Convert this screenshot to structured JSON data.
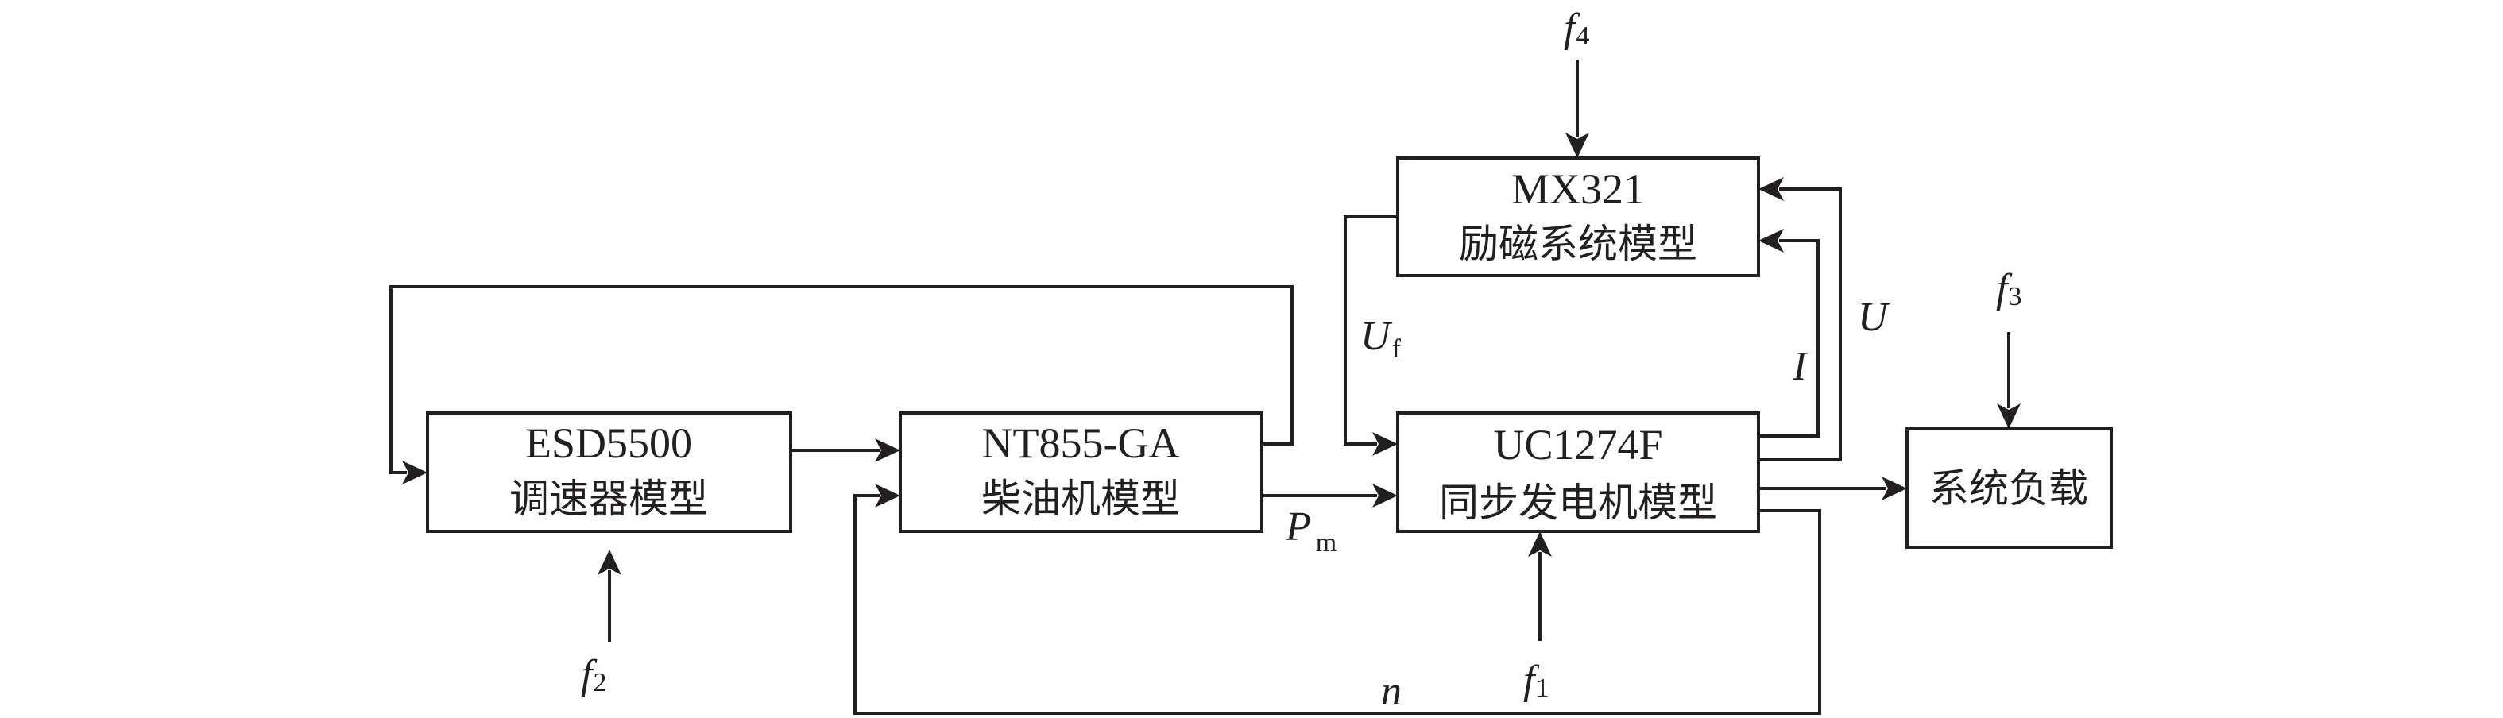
{
  "diagram": {
    "type": "block-diagram",
    "blocks": {
      "governor": {
        "model": "ESD5500",
        "name": "调速器模型"
      },
      "engine": {
        "model": "NT855-GA",
        "name": "柴油机模型"
      },
      "exciter": {
        "model": "MX321",
        "name": "励磁系统模型"
      },
      "generator": {
        "model": "UC1274F",
        "name": "同步发电机模型"
      },
      "load": {
        "name": "系统负载"
      }
    },
    "signals": {
      "Uf": {
        "main": "U",
        "sub": "f"
      },
      "Pm": {
        "main": "P",
        "sub": "m"
      },
      "I": {
        "main": "I"
      },
      "U": {
        "main": "U"
      },
      "n": {
        "main": "n"
      }
    },
    "faults": {
      "f1": {
        "main": "f",
        "sub": "1"
      },
      "f2": {
        "main": "f",
        "sub": "2"
      },
      "f3": {
        "main": "f",
        "sub": "3"
      },
      "f4": {
        "main": "f",
        "sub": "4"
      }
    },
    "connections": [
      {
        "from": "governor",
        "to": "engine"
      },
      {
        "from": "engine",
        "to": "governor",
        "note": "feedback loop over top"
      },
      {
        "from": "engine",
        "to": "generator",
        "signal": "Pm"
      },
      {
        "from": "exciter",
        "to": "generator",
        "signal": "Uf"
      },
      {
        "from": "generator",
        "to": "exciter",
        "signal": "I"
      },
      {
        "from": "generator",
        "to": "exciter",
        "signal": "U"
      },
      {
        "from": "generator",
        "to": "load"
      },
      {
        "from": "generator",
        "to": "engine",
        "signal": "n"
      },
      {
        "from": "f1",
        "to": "generator"
      },
      {
        "from": "f2",
        "to": "governor"
      },
      {
        "from": "f3",
        "to": "load"
      },
      {
        "from": "f4",
        "to": "exciter"
      }
    ]
  }
}
